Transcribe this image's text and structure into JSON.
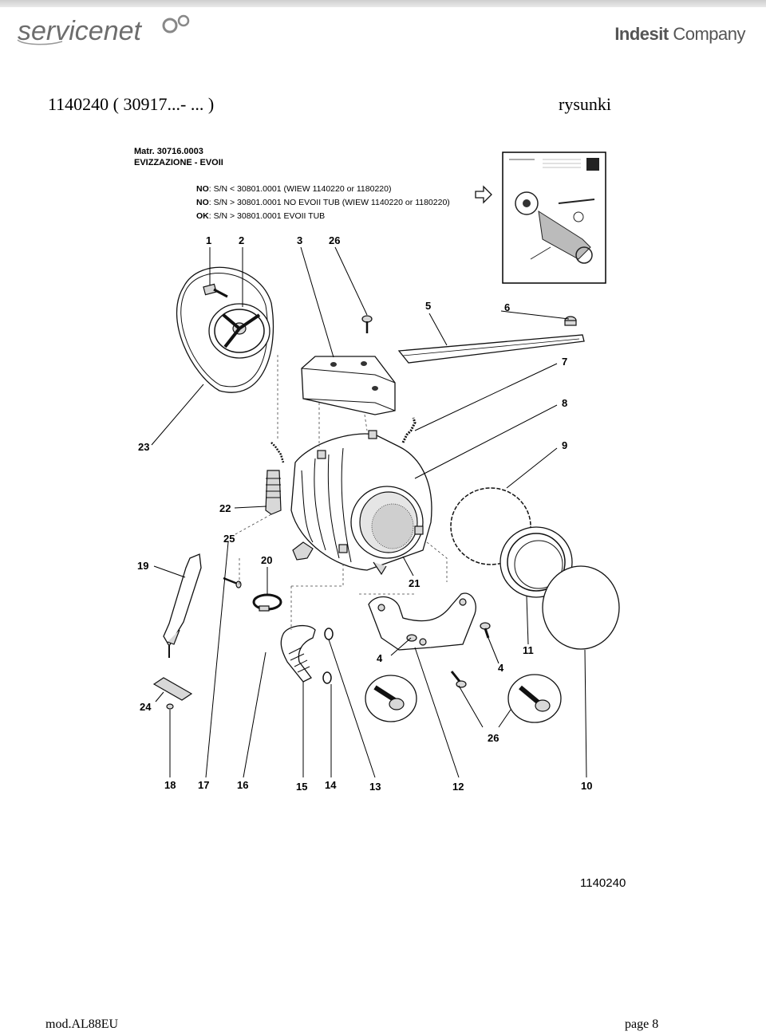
{
  "header": {
    "brand_left": "servicenet",
    "brand_right_bold": "Indesit",
    "brand_right_light": " Company",
    "title": "1140240 ( 30917...- ... )",
    "section": "rysunki"
  },
  "diagram": {
    "matr": "Matr. 30716.0003",
    "evo": "EVIZZAZIONE - EVOII",
    "notes": [
      {
        "tag": "NO",
        "text": ": S/N < 30801.0001 (WIEW 1140220 or 1180220)"
      },
      {
        "tag": "NO",
        "text": ": S/N > 30801.0001 NO EVOII TUB (WIEW 1140220 or 1180220)"
      },
      {
        "tag": "OK",
        "text": ": S/N > 30801.0001 EVOII TUB"
      }
    ],
    "callouts": {
      "c1": "1",
      "c2": "2",
      "c3": "3",
      "c26a": "26",
      "c5": "5",
      "c6": "6",
      "c7": "7",
      "c8": "8",
      "c9": "9",
      "c23": "23",
      "c22": "22",
      "c25": "25",
      "c19": "19",
      "c20": "20",
      "c21": "21",
      "c4a": "4",
      "c4b": "4",
      "c11": "11",
      "c24": "24",
      "c26b": "26",
      "c18": "18",
      "c17": "17",
      "c16": "16",
      "c15": "15",
      "c14": "14",
      "c13": "13",
      "c12": "12",
      "c10": "10"
    },
    "drawing_number": "1140240"
  },
  "footer": {
    "model": "mod.AL88EU",
    "page": "page 8"
  }
}
